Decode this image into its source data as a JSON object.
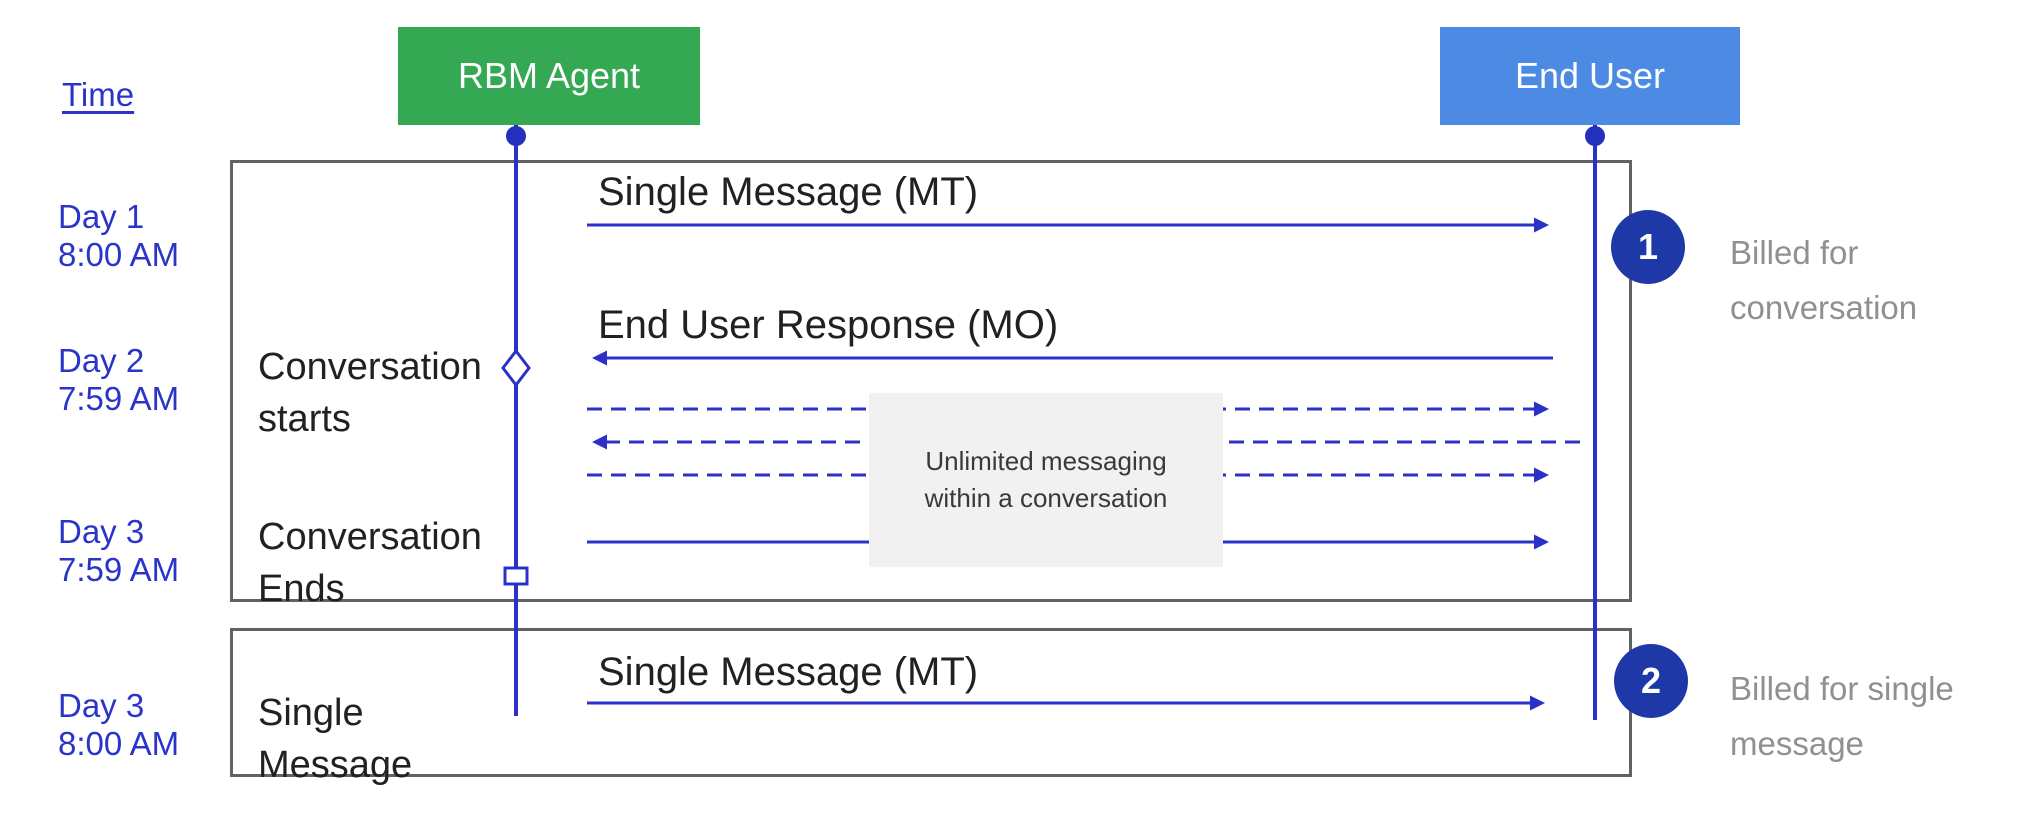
{
  "diagram_title": "RBM billing sequence diagram",
  "colors": {
    "agent_box": "#34a853",
    "end_user_box": "#4d8ae3",
    "wire_blue": "#2b31c6",
    "time_text_blue": "#2a34c8",
    "badge_blue": "#1e38a8",
    "frame_border_gray": "#5f6368",
    "billed_text_gray": "#8e9093",
    "note_background": "#f1f1f1",
    "note_text": "#37393b",
    "label_black": "#202124"
  },
  "timeline": {
    "label": "Time"
  },
  "actors": [
    {
      "id": "rbm-agent",
      "label": "RBM Agent"
    },
    {
      "id": "end-user",
      "label": "End User"
    }
  ],
  "time_markers": [
    {
      "line1": "Day 1",
      "line2": "8:00 AM"
    },
    {
      "line1": "Day 2",
      "line2": "7:59 AM"
    },
    {
      "line1": "Day 3",
      "line2": "7:59 AM"
    },
    {
      "line1": "Day 3",
      "line2": "8:00 AM"
    }
  ],
  "conversation_frame": {
    "start_event": {
      "line1": "Conversation",
      "line2": "starts"
    },
    "end_event": {
      "line1": "Conversation",
      "line2": "Ends"
    },
    "messages": {
      "mt": "Single Message (MT)",
      "mo": "End User Response (MO)"
    },
    "note": {
      "line1": "Unlimited messaging",
      "line2": "within a conversation"
    }
  },
  "single_message_frame": {
    "event": {
      "line1": "Single",
      "line2": "Message"
    },
    "message": "Single Message (MT)"
  },
  "annotations": [
    {
      "badge": "1",
      "line1": "Billed for",
      "line2": "conversation"
    },
    {
      "badge": "2",
      "line1": "Billed for single",
      "line2": "message"
    }
  ]
}
